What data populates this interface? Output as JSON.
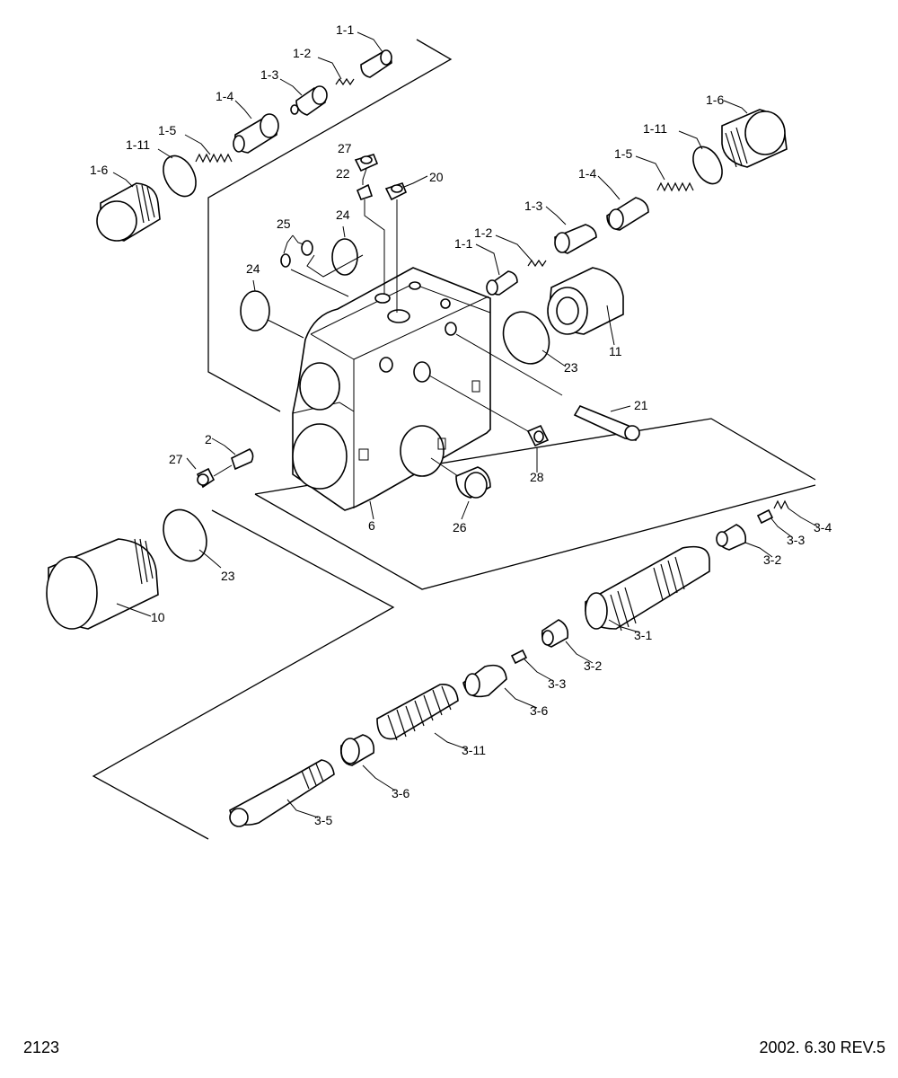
{
  "footer": {
    "page_number": "2123",
    "revision": "2002. 6.30  REV.5"
  },
  "callouts": [
    "1-1",
    "1-2",
    "1-3",
    "1-4",
    "1-5",
    "1-11",
    "1-6",
    "27",
    "22",
    "20",
    "25",
    "24",
    "24",
    "1-6",
    "1-11",
    "1-5",
    "1-4",
    "1-3",
    "1-2",
    "1-1",
    "11",
    "23",
    "21",
    "2",
    "27",
    "28",
    "26",
    "6",
    "23",
    "10",
    "3-4",
    "3-3",
    "3-2",
    "3-1",
    "3-2",
    "3-3",
    "3-6",
    "3-11",
    "3-6",
    "3-5"
  ]
}
